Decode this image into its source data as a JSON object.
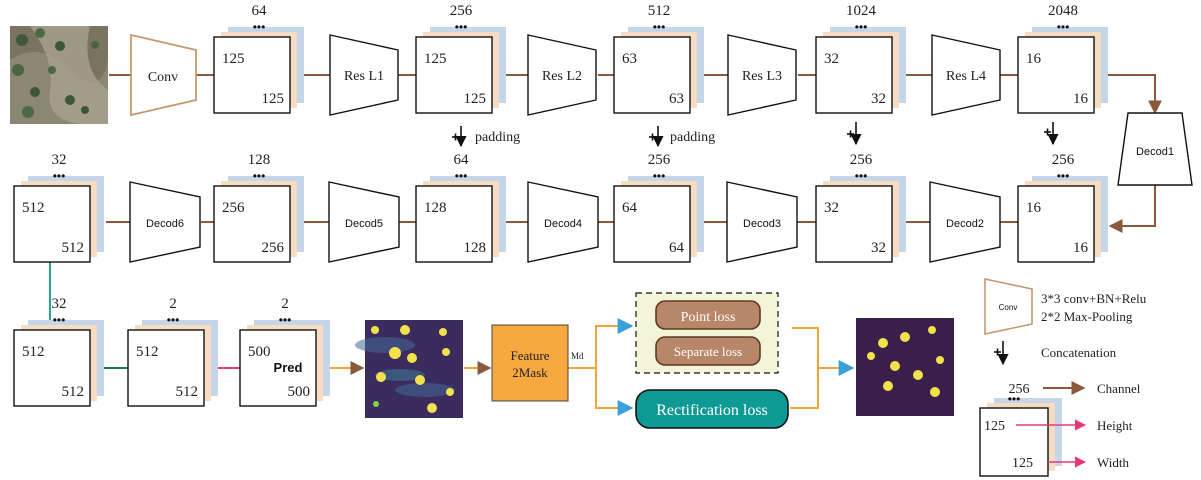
{
  "colors": {
    "brown": "#8b5a3c",
    "conv_outline": "#c49a6c",
    "teal_line": "#2aa58f",
    "green_line": "#1f7a4d",
    "magenta": "#e8387a",
    "orange": "#f2a33a",
    "blue_arrow": "#3aa0d8",
    "feature_box": "#f7a940",
    "loss_bg": "#f3f4d8",
    "loss_pill": "#b8876a",
    "loss_pill_stroke": "#5b3a22",
    "rect_fill": "#0e9a94",
    "back_blue": "#c4d6e8",
    "back_peach": "#f7dcc4"
  },
  "encoder": {
    "conv_label": "Conv",
    "res_labels": [
      "Res L1",
      "Res L2",
      "Res L3",
      "Res L4"
    ],
    "blocks": [
      {
        "channels": "64",
        "height": "125",
        "width": "125"
      },
      {
        "channels": "256",
        "height": "125",
        "width": "125"
      },
      {
        "channels": "512",
        "height": "63",
        "width": "63"
      },
      {
        "channels": "1024",
        "height": "32",
        "width": "32"
      },
      {
        "channels": "2048",
        "height": "16",
        "width": "16"
      }
    ]
  },
  "skip_labels": [
    "padding",
    "padding"
  ],
  "decod1_label": "Decod1",
  "decoder": {
    "blocks": [
      {
        "channels": "32",
        "height": "512",
        "width": "512"
      },
      {
        "channels": "128",
        "height": "256",
        "width": "256"
      },
      {
        "channels": "64",
        "height": "128",
        "width": "128"
      },
      {
        "channels": "256",
        "height": "64",
        "width": "64"
      },
      {
        "channels": "256",
        "height": "32",
        "width": "32"
      },
      {
        "channels": "256",
        "height": "16",
        "width": "16"
      }
    ],
    "decod_labels": [
      "Decod6",
      "Decod5",
      "Decod4",
      "Decod3",
      "Decod2"
    ]
  },
  "head": {
    "blocks": [
      {
        "channels": "32",
        "height": "512",
        "width": "512",
        "inner": ""
      },
      {
        "channels": "2",
        "height": "512",
        "width": "512",
        "inner": ""
      },
      {
        "channels": "2",
        "height": "500",
        "width": "500",
        "inner": "Pred"
      }
    ],
    "feature_line1": "Feature",
    "feature_line2": "2Mask",
    "md_label": "Md",
    "point_loss": "Point loss",
    "separate_loss": "Separate loss",
    "rect_loss": "Rectification loss"
  },
  "legend": {
    "conv_icon": "Conv",
    "conv_line1": "3*3 conv+BN+Relu",
    "conv_line2": "2*2 Max-Pooling",
    "concat": "Concatenation",
    "example_channels": "256",
    "example_height": "125",
    "example_width": "125",
    "channel": "Channel",
    "height": "Height",
    "width": "Width"
  }
}
